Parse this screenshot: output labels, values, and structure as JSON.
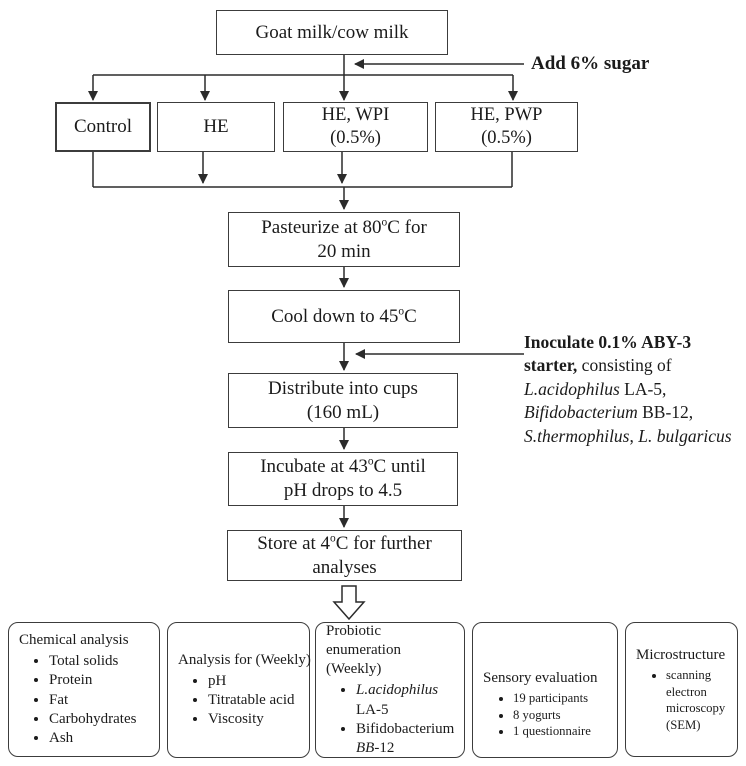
{
  "colors": {
    "line": "#2b2b2b",
    "box_border": "#3c3c3c",
    "text": "#1b1b1b",
    "background": "#ffffff"
  },
  "flow": {
    "source": {
      "lines": [
        [
          {
            "t": "Goat milk/cow milk"
          }
        ]
      ]
    },
    "variants": [
      {
        "lines": [
          [
            {
              "t": "Control"
            }
          ]
        ]
      },
      {
        "lines": [
          [
            {
              "t": "HE"
            }
          ]
        ]
      },
      {
        "lines": [
          [
            {
              "t": "HE, WPI"
            }
          ],
          [
            {
              "t": "(0.5%)"
            }
          ]
        ]
      },
      {
        "lines": [
          [
            {
              "t": "HE, PWP"
            }
          ],
          [
            {
              "t": "(0.5%)"
            }
          ]
        ]
      }
    ],
    "steps": [
      {
        "lines": [
          [
            {
              "t": "Pasteurize at 80"
            },
            {
              "t": "o",
              "sup": true
            },
            {
              "t": "C for"
            }
          ],
          [
            {
              "t": "20 min"
            }
          ]
        ]
      },
      {
        "lines": [
          [
            {
              "t": "Cool down to 45"
            },
            {
              "t": "o",
              "sup": true
            },
            {
              "t": "C"
            }
          ]
        ]
      },
      {
        "lines": [
          [
            {
              "t": "Distribute into cups"
            }
          ],
          [
            {
              "t": "(160 mL)"
            }
          ]
        ]
      },
      {
        "lines": [
          [
            {
              "t": "Incubate at 43"
            },
            {
              "t": "o",
              "sup": true
            },
            {
              "t": "C until"
            }
          ],
          [
            {
              "t": "pH drops to 4.5"
            }
          ]
        ]
      },
      {
        "lines": [
          [
            {
              "t": "Store at 4"
            },
            {
              "t": "o",
              "sup": true
            },
            {
              "t": "C for further"
            }
          ],
          [
            {
              "t": "analyses"
            }
          ]
        ]
      }
    ]
  },
  "annotations": {
    "add_sugar": [
      {
        "t": "Add 6% sugar",
        "b": true
      }
    ],
    "inoculate": [
      {
        "t": "Inoculate 0.1% ABY-3 starter,",
        "b": true
      },
      {
        "t": " consisting of "
      },
      {
        "t": "L.acidophilus",
        "i": true
      },
      {
        "t": " LA-5, "
      },
      {
        "t": "Bifidobacterium",
        "i": true
      },
      {
        "t": " BB-12, "
      },
      {
        "t": "S.thermophilus",
        "i": true
      },
      {
        "t": ", "
      },
      {
        "t": "L. bulgaricus",
        "i": true
      }
    ]
  },
  "analyses": [
    {
      "title": [
        {
          "t": "Chemical analysis"
        }
      ],
      "bullets": [
        [
          {
            "t": "Total solids"
          }
        ],
        [
          {
            "t": "Protein"
          }
        ],
        [
          {
            "t": "Fat"
          }
        ],
        [
          {
            "t": "Carbohydrates"
          }
        ],
        [
          {
            "t": "Ash"
          }
        ]
      ]
    },
    {
      "title": [
        {
          "t": "Analysis for (Weekly)"
        }
      ],
      "bullets": [
        [
          {
            "t": "pH"
          }
        ],
        [
          {
            "t": "Titratable acid"
          }
        ],
        [
          {
            "t": "Viscosity"
          }
        ]
      ]
    },
    {
      "title": [
        {
          "t": "Probiotic enumeration"
        },
        {
          "br": true
        },
        {
          "t": "(Weekly)"
        }
      ],
      "bullets": [
        [
          {
            "t": "L.acidophilus",
            "i": true
          },
          {
            "t": " LA-5"
          }
        ],
        [
          {
            "t": "Bifidobacterium "
          },
          {
            "t": "BB",
            "i": true
          },
          {
            "t": "-12"
          }
        ]
      ]
    },
    {
      "title": [
        {
          "t": "Sensory evaluation"
        }
      ],
      "bullets": [
        [
          {
            "t": "19 participants"
          }
        ],
        [
          {
            "t": "8 yogurts"
          }
        ],
        [
          {
            "t": "1 questionnaire"
          }
        ]
      ]
    },
    {
      "title": [
        {
          "t": "Microstructure"
        }
      ],
      "bullets": [
        [
          {
            "t": "scanning electron microscopy (SEM)"
          }
        ]
      ]
    }
  ]
}
